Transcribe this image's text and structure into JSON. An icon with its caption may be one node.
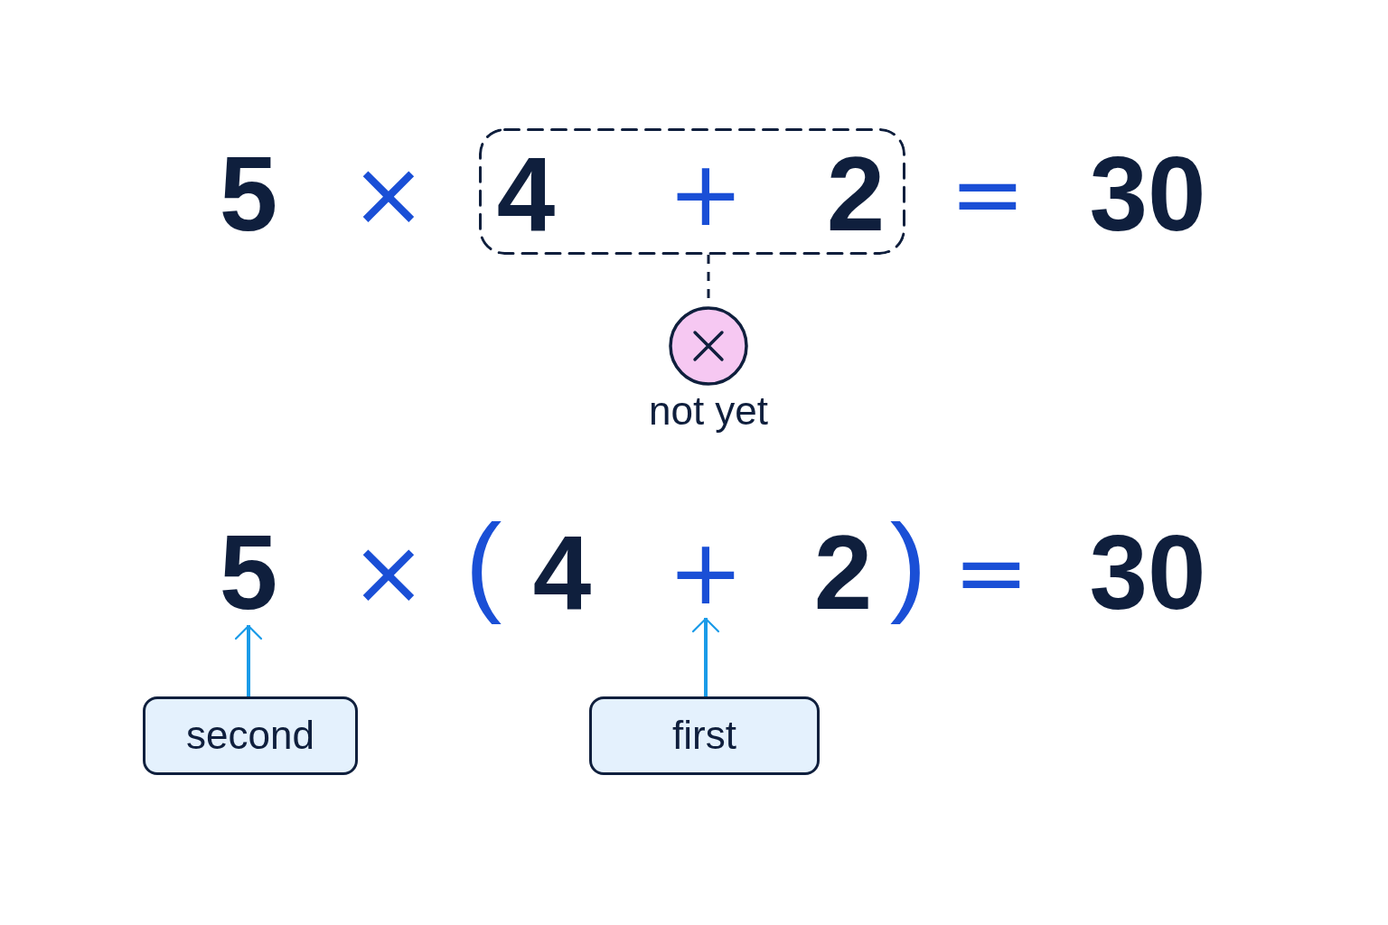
{
  "diagram": {
    "nodes": [
      {
        "text": [
          "4",
          "+",
          "2"
        ]
      },
      {
        "text": [],
        "shape": "circle",
        "beside": [
          "not yet"
        ]
      },
      {
        "text": [
          "5"
        ]
      },
      {
        "text": [
          "+"
        ]
      },
      {
        "text": [
          "second"
        ]
      },
      {
        "text": [
          "first"
        ]
      }
    ],
    "edges": [
      {
        "from": 0,
        "to": 1,
        "arrow": "none",
        "style": "dashed",
        "color": "#0f1f3d"
      },
      {
        "from": 4,
        "to": 2,
        "arrow": "to"
      },
      {
        "from": 5,
        "to": 3,
        "arrow": "to"
      }
    ],
    "labels": [
      "5",
      "×",
      "=",
      "30",
      "×",
      "(",
      "4",
      "2",
      ")",
      "=",
      "30"
    ]
  }
}
